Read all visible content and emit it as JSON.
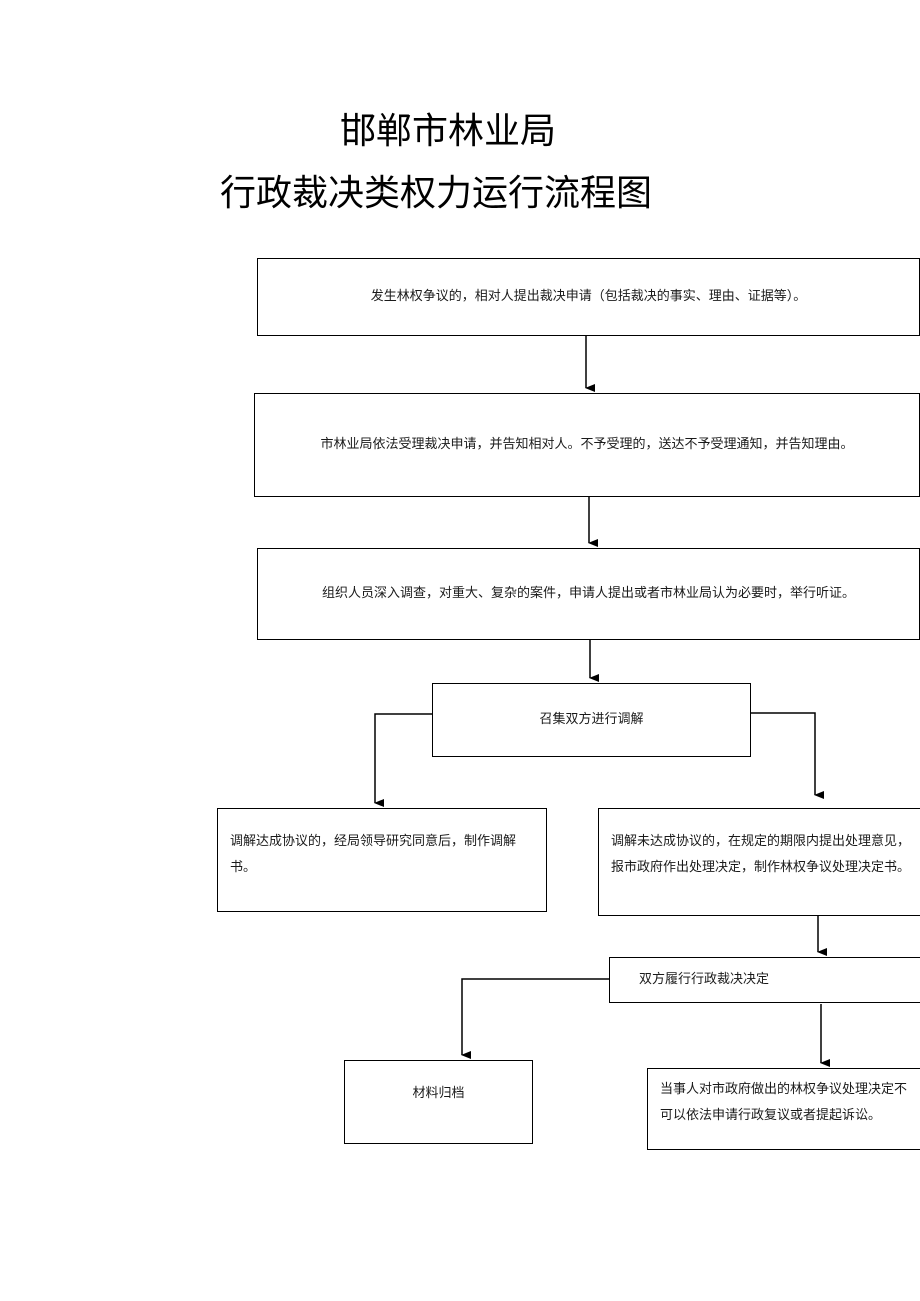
{
  "title": {
    "line1": "邯郸市林业局",
    "line2": "行政裁决类权力运行流程图"
  },
  "steps": {
    "apply": "发生林权争议的，相对人提出裁决申请（包括裁决的事实、理由、证据等）。",
    "accept": "市林业局依法受理裁决申请，并告知相对人。不予受理的，送达不予受理通知，并告知理由。",
    "investigate": "组织人员深入调查，对重大、复杂的案件，申请人提出或者市林业局认为必要时，举行听证。",
    "mediate": "召集双方进行调解",
    "agreement_reached": "调解达成协议的，经局领导研究同意后，制作调解书。",
    "no_agreement": "调解未达成协议的，在规定的期限内提出处理意见，\n报市政府作出处理决定，制作林权争议处理决定书。",
    "perform": "双方履行行政裁决决定",
    "archive": "材料归档",
    "appeal": "当事人对市政府做出的林权争议处理决定不\n可以依法申请行政复议或者提起诉讼。"
  }
}
